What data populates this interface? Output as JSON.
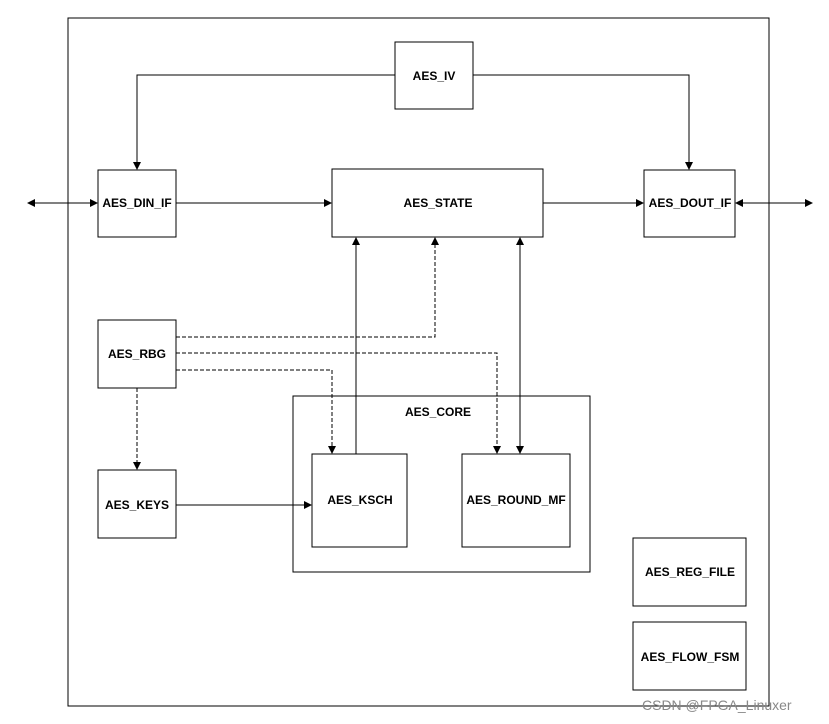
{
  "diagram": {
    "blocks": {
      "iv": "AES_IV",
      "din_if": "AES_DIN_IF",
      "state": "AES_STATE",
      "dout_if": "AES_DOUT_IF",
      "rbg": "AES_RBG",
      "keys": "AES_KEYS",
      "core": "AES_CORE",
      "ksch": "AES_KSCH",
      "round_mf": "AES_ROUND_MF",
      "reg_file": "AES_REG_FILE",
      "flow_fsm": "AES_FLOW_FSM"
    },
    "line_color": "#000000"
  },
  "watermark": "CSDN @FPGA_Linuxer"
}
